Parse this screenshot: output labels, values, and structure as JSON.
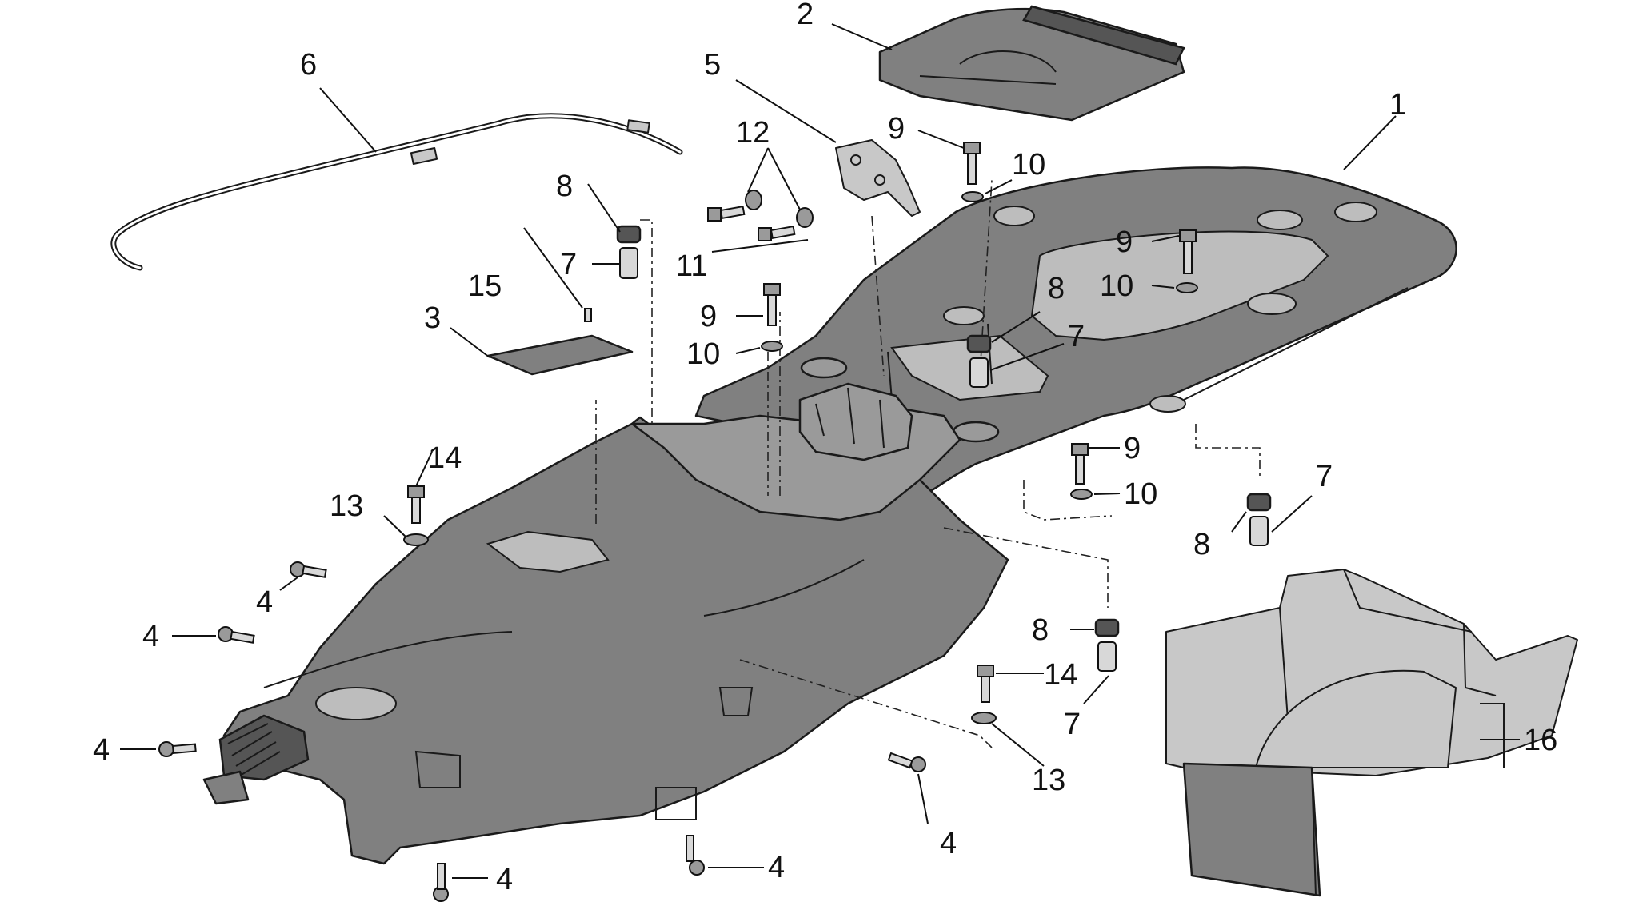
{
  "callouts": [
    {
      "id": "c1",
      "text": "1"
    },
    {
      "id": "c2",
      "text": "2"
    },
    {
      "id": "c3",
      "text": "3"
    },
    {
      "id": "c4a",
      "text": "4"
    },
    {
      "id": "c4b",
      "text": "4"
    },
    {
      "id": "c4c",
      "text": "4"
    },
    {
      "id": "c4d",
      "text": "4"
    },
    {
      "id": "c4e",
      "text": "4"
    },
    {
      "id": "c4f",
      "text": "4"
    },
    {
      "id": "c5",
      "text": "5"
    },
    {
      "id": "c6",
      "text": "6"
    },
    {
      "id": "c7a",
      "text": "7"
    },
    {
      "id": "c7b",
      "text": "7"
    },
    {
      "id": "c7c",
      "text": "7"
    },
    {
      "id": "c7d",
      "text": "7"
    },
    {
      "id": "c8a",
      "text": "8"
    },
    {
      "id": "c8b",
      "text": "8"
    },
    {
      "id": "c8c",
      "text": "8"
    },
    {
      "id": "c8d",
      "text": "8"
    },
    {
      "id": "c9a",
      "text": "9"
    },
    {
      "id": "c9b",
      "text": "9"
    },
    {
      "id": "c9c",
      "text": "9"
    },
    {
      "id": "c9d",
      "text": "9"
    },
    {
      "id": "c10a",
      "text": "10"
    },
    {
      "id": "c10b",
      "text": "10"
    },
    {
      "id": "c10c",
      "text": "10"
    },
    {
      "id": "c10d",
      "text": "10"
    },
    {
      "id": "c11",
      "text": "11"
    },
    {
      "id": "c12",
      "text": "12"
    },
    {
      "id": "c13a",
      "text": "13"
    },
    {
      "id": "c13b",
      "text": "13"
    },
    {
      "id": "c14a",
      "text": "14"
    },
    {
      "id": "c14b",
      "text": "14"
    },
    {
      "id": "c15",
      "text": "15"
    },
    {
      "id": "c16",
      "text": "16"
    }
  ]
}
